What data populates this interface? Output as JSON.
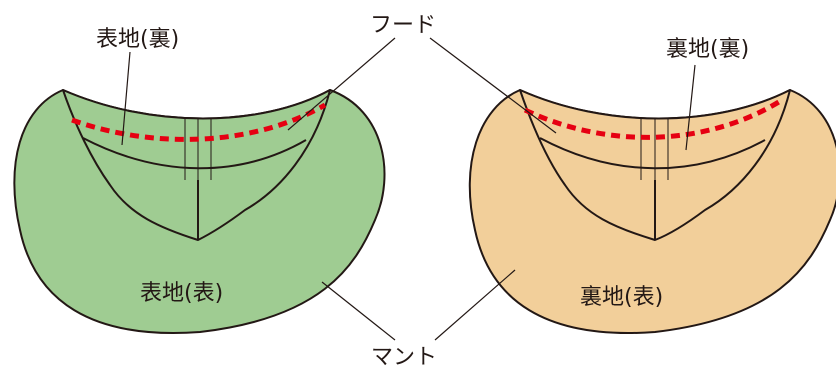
{
  "labels": {
    "left_top": "表地(裏)",
    "hood": "フード",
    "right_top": "裏地(裏)",
    "left_body": "表地(表)",
    "right_body": "裏地(表)",
    "mantle": "マント"
  },
  "colors": {
    "left_fill": "#9fcc92",
    "right_fill": "#f2cf9a",
    "outline": "#231815",
    "stitch_line": "#e60012"
  }
}
